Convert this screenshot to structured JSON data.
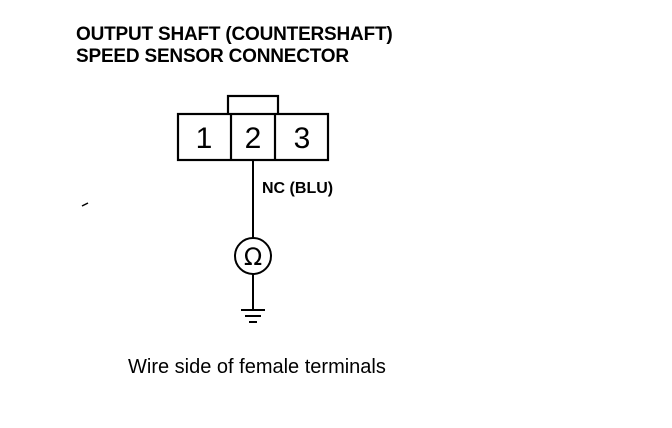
{
  "title": {
    "line1": "OUTPUT SHAFT (COUNTERSHAFT)",
    "line2": "SPEED SENSOR CONNECTOR"
  },
  "connector": {
    "pins": [
      "1",
      "2",
      "3"
    ]
  },
  "wire": {
    "label": "NC (BLU)"
  },
  "meter": {
    "symbol": "Ω",
    "icon": "ohmmeter-icon"
  },
  "ground": {
    "icon": "ground-icon"
  },
  "caption": "Wire side of female terminals",
  "colors": {
    "ink": "#000000",
    "background": "#ffffff"
  }
}
